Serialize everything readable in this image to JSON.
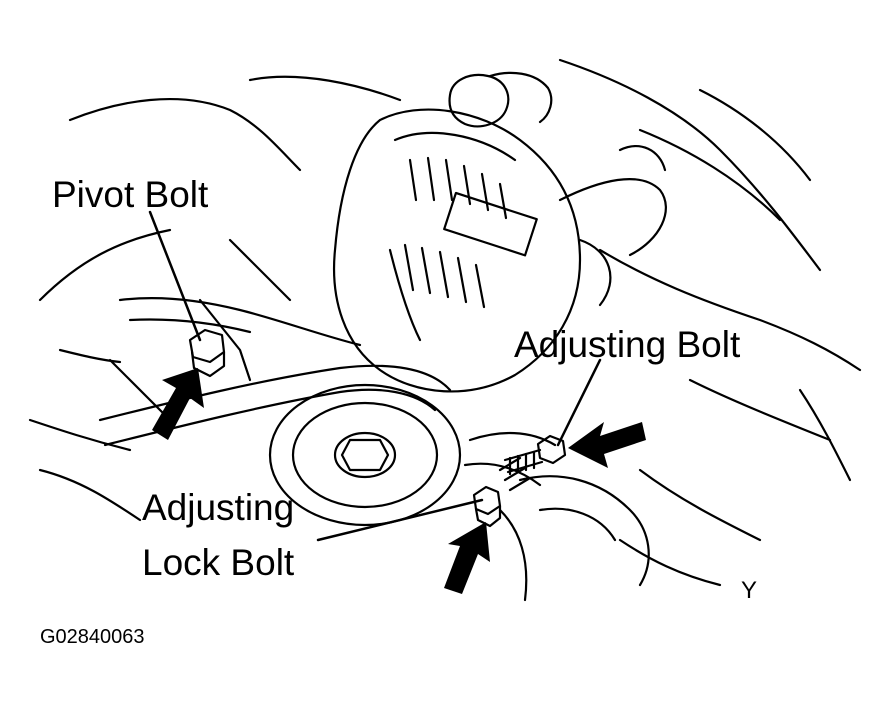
{
  "labels": {
    "pivot_bolt": "Pivot Bolt",
    "adjusting_bolt": "Adjusting Bolt",
    "adjusting_lock_bolt_line1": "Adjusting",
    "adjusting_lock_bolt_line2": "Lock Bolt"
  },
  "view_mark": "Y",
  "figure_id": "G02840063"
}
